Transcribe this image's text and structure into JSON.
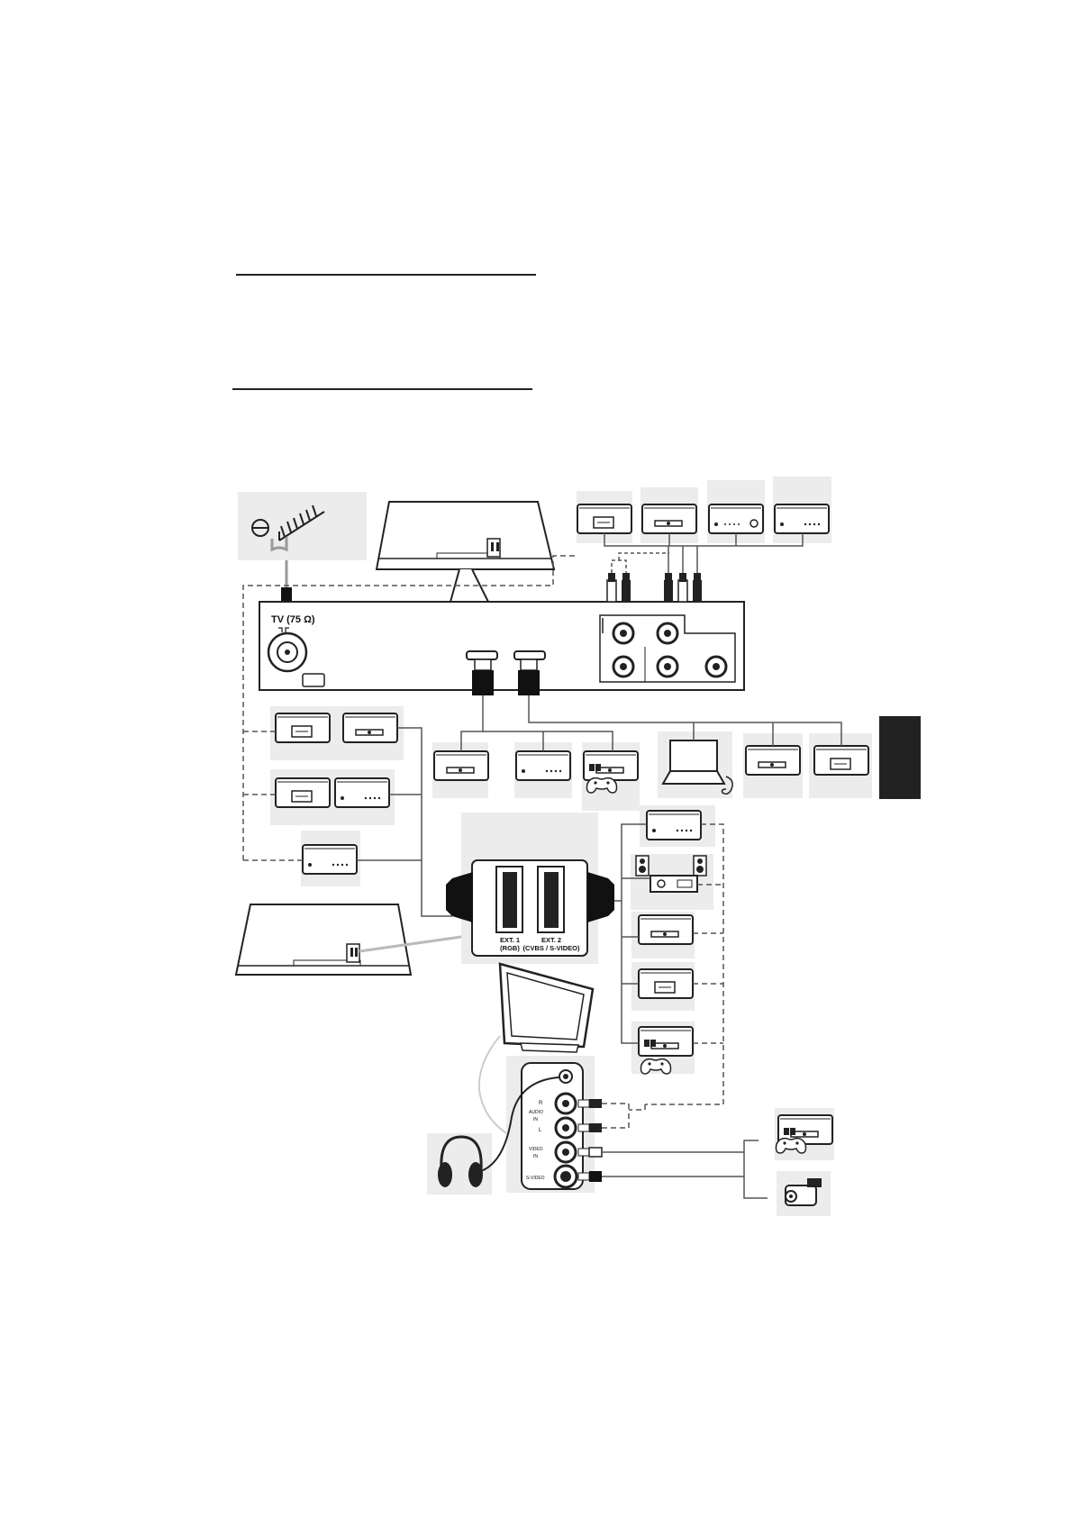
{
  "labels": {
    "antenna_input": "TV (75 Ω)",
    "scart_ext1": "EXT. 1",
    "scart_ext1_sub": "(RGB)",
    "scart_ext2": "EXT. 2",
    "scart_ext2_sub": "(CVBS / S-VIDEO)",
    "side_r": "R",
    "side_audio": "AUDIO",
    "side_in": "IN",
    "side_l": "L",
    "side_video": "VIDEO",
    "side_video_in": "IN",
    "side_svideo": "S-VIDEO"
  },
  "colors": {
    "panel_bg": "#ececec",
    "line": "#333333",
    "tab": "#222222"
  },
  "icons": [
    "satellite-dish-icon",
    "antenna-icon",
    "vcr-icon",
    "dvd-player-icon",
    "set-top-box-icon",
    "game-console-icon",
    "laptop-icon",
    "hifi-system-icon",
    "headphones-icon",
    "camcorder-icon",
    "flat-tv-icon"
  ]
}
